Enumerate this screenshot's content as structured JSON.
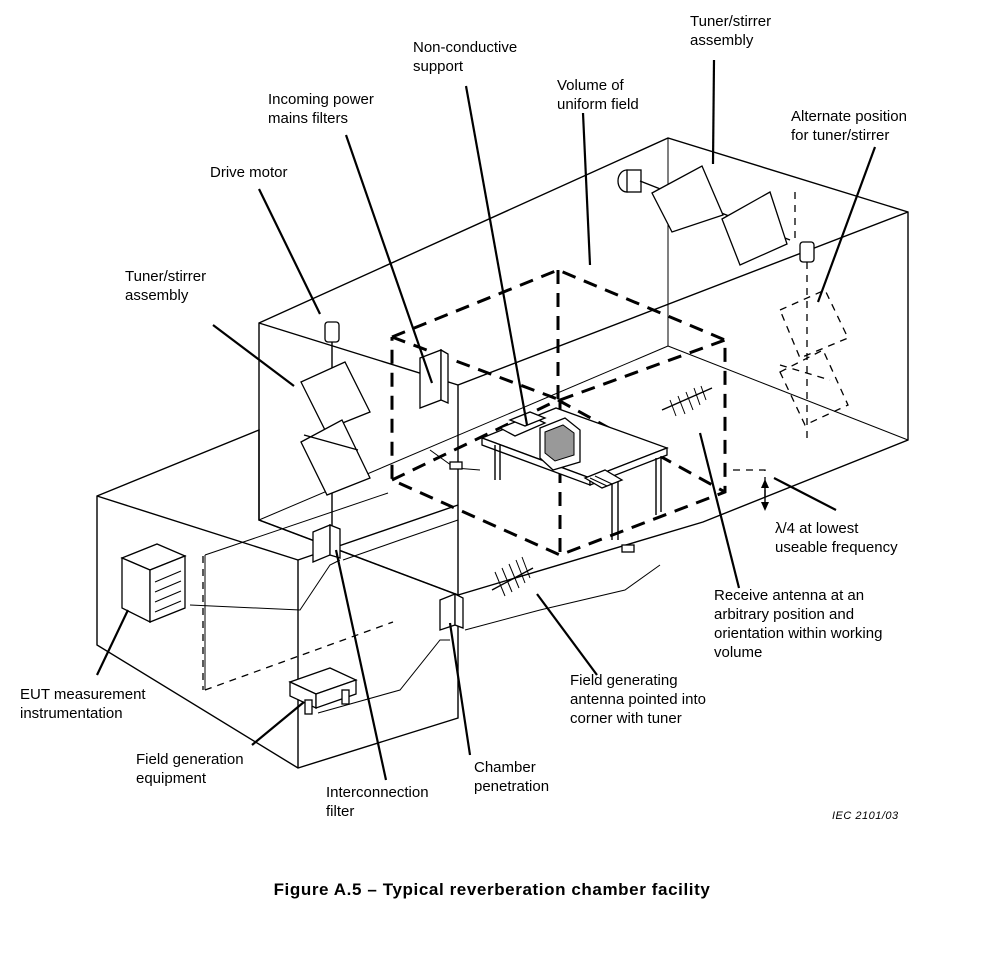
{
  "labels": {
    "tuner_top": "Tuner/stirrer\nassembly",
    "non_conductive": "Non-conductive\nsupport",
    "volume_uniform": "Volume of\nuniform field",
    "alternate_position": "Alternate position\nfor tuner/stirrer",
    "incoming_power": "Incoming power\nmains filters",
    "drive_motor": "Drive motor",
    "tuner_left": "Tuner/stirrer\nassembly",
    "lambda_quarter": "λ/4 at lowest\nuseable frequency",
    "receive_antenna": "Receive antenna at an\narbitrary position and\norientation within working\nvolume",
    "field_generating_antenna": "Field generating\nantenna pointed into\ncorner with tuner",
    "eut_instrumentation": "EUT measurement\ninstrumentation",
    "chamber_penetration": "Chamber\npenetration",
    "field_generation_equipment": "Field generation\nequipment",
    "interconnection_filter": "Interconnection\nfilter"
  },
  "reference": "IEC   2101/03",
  "caption": "Figure A.5 – Typical reverberation chamber facility"
}
